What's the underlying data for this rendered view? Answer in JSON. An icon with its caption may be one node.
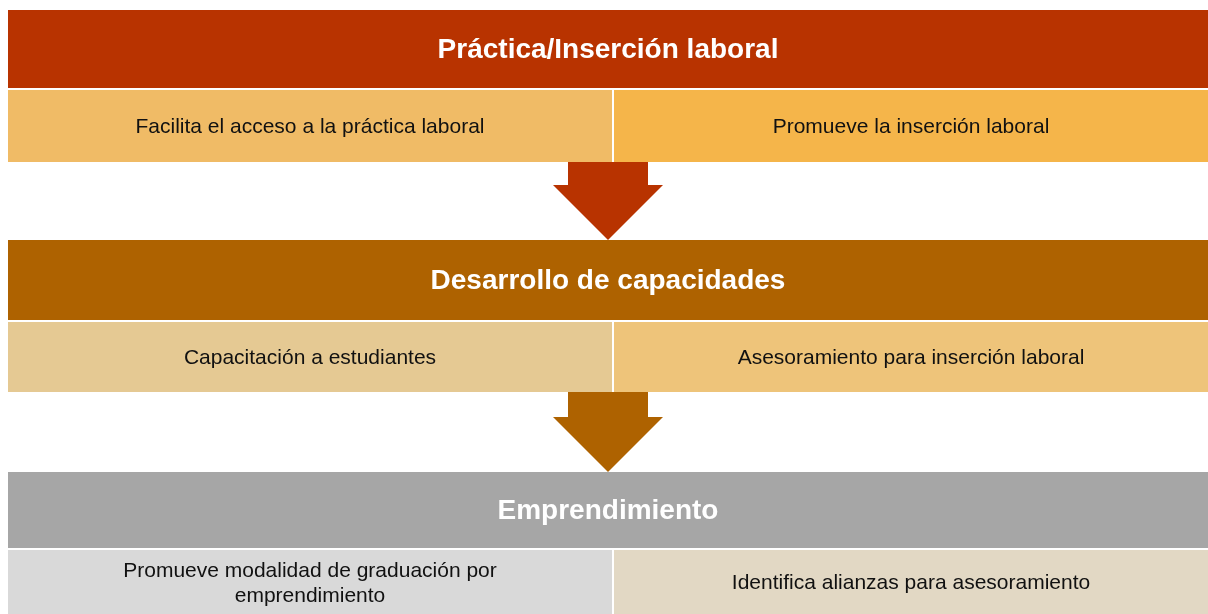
{
  "diagram": {
    "nodes": [
      {
        "text": [
          "Práctica/Inserción laboral"
        ]
      },
      {
        "text": [
          "Facilita el acceso a la práctica laboral"
        ]
      },
      {
        "text": [
          "Promueve la inserción laboral"
        ]
      },
      {
        "text": [
          "Desarrollo de capacidades"
        ]
      },
      {
        "text": [
          "Capacitación a estudiantes"
        ]
      },
      {
        "text": [
          "Asesoramiento para inserción laboral"
        ]
      },
      {
        "text": [
          "Emprendimiento"
        ]
      },
      {
        "text": [
          "Promueve modalidad de graduación por emprendimiento"
        ]
      },
      {
        "text": [
          "Identifica alianzas para asesoramiento"
        ]
      }
    ],
    "edges": [
      {
        "from": 1,
        "to": 3,
        "arrow": "to",
        "color": "#b83300"
      },
      {
        "from": 4,
        "to": 6,
        "arrow": "to",
        "color": "#ae6200"
      }
    ]
  }
}
